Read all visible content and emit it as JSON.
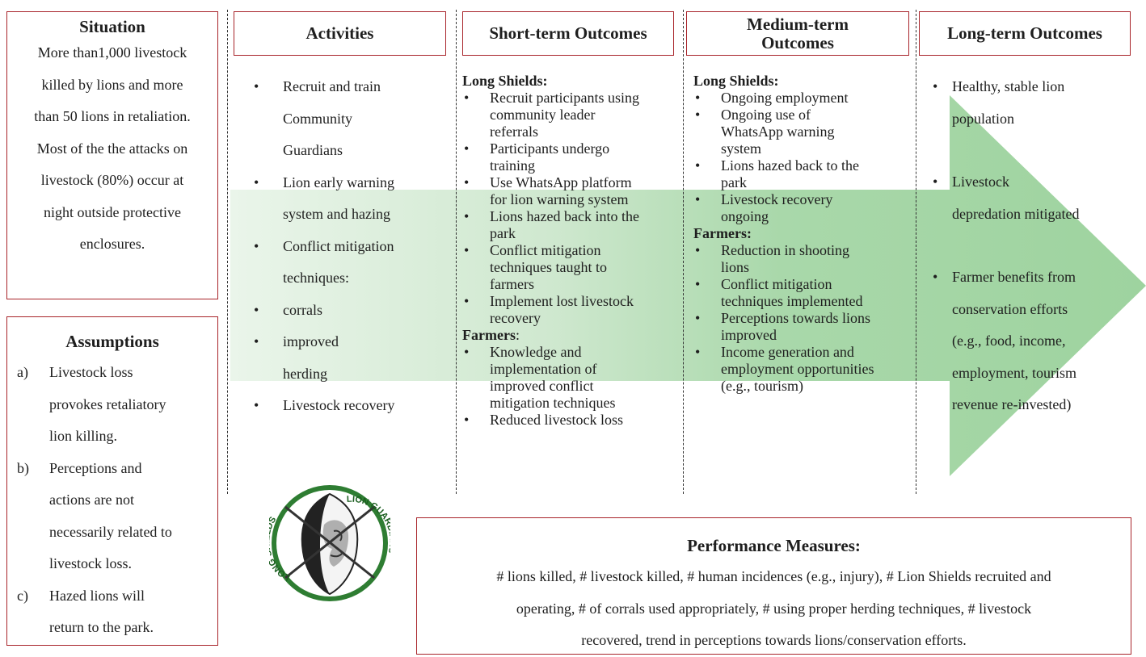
{
  "situation": {
    "title": "Situation",
    "lines": [
      "More than1,000 livestock",
      "killed by lions and more",
      "than 50 lions in retaliation.",
      "Most of the the attacks on",
      "livestock (80%) occur at",
      "night outside protective",
      "enclosures."
    ]
  },
  "assumptions": {
    "title": "Assumptions",
    "items": [
      {
        "letter": "a)",
        "lines": [
          "Livestock loss",
          "provokes retaliatory",
          "lion killing."
        ]
      },
      {
        "letter": "b)",
        "lines": [
          "Perceptions and",
          "actions are not",
          "necessarily related to",
          "livestock loss."
        ]
      },
      {
        "letter": "c)",
        "lines": [
          "Hazed lions will",
          "return to the park."
        ]
      }
    ]
  },
  "headers": {
    "activities": "Activities",
    "short_term": "Short-term Outcomes",
    "medium_term": "Medium-term Outcomes",
    "long_term": "Long-term Outcomes"
  },
  "activities": {
    "bullet": "•",
    "items": [
      {
        "lines": [
          "Recruit and train",
          "Community",
          "Guardians"
        ]
      },
      {
        "lines": [
          "Lion early warning",
          "system and hazing"
        ]
      },
      {
        "lines": [
          "Conflict mitigation",
          "techniques:"
        ]
      }
    ],
    "subitems": [
      {
        "lines": [
          "corrals"
        ]
      },
      {
        "lines": [
          "improved",
          "herding"
        ]
      }
    ],
    "last": {
      "lines": [
        "Livestock recovery"
      ]
    }
  },
  "short_term": {
    "sections": [
      {
        "heading": "Long Shields:",
        "items": [
          [
            "Recruit participants using",
            "community leader",
            "referrals"
          ],
          [
            "Participants undergo",
            "training"
          ],
          [
            "Use WhatsApp platform",
            "for lion warning system"
          ],
          [
            "Lions hazed back into the",
            "park"
          ],
          [
            "Conflict mitigation",
            "techniques taught to",
            "farmers"
          ],
          [
            "Implement lost livestock",
            "recovery"
          ]
        ]
      },
      {
        "heading": "Farmers",
        "suffix": ":",
        "items": [
          [
            "Knowledge and",
            "implementation of",
            "improved conflict",
            "mitigation techniques"
          ],
          [
            "Reduced livestock loss"
          ]
        ]
      }
    ]
  },
  "medium_term": {
    "sections": [
      {
        "heading": "Long Shields:",
        "items": [
          [
            "Ongoing employment"
          ],
          [
            "Ongoing use of",
            "WhatsApp warning",
            "system"
          ],
          [
            "Lions hazed back to the",
            "park"
          ],
          [
            "Livestock recovery",
            "ongoing"
          ]
        ]
      },
      {
        "heading": "Farmers:",
        "items": [
          [
            "Reduction in shooting",
            "lions"
          ],
          [
            "Conflict mitigation",
            "techniques implemented"
          ],
          [
            "Perceptions towards lions",
            "improved"
          ],
          [
            "Income generation and",
            "employment opportunities",
            "(e.g., tourism)"
          ]
        ]
      }
    ]
  },
  "long_term": {
    "items": [
      {
        "lines": [
          "Healthy, stable lion",
          "population"
        ]
      },
      {
        "lines": [
          "Livestock",
          "depredation mitigated"
        ]
      },
      {
        "lines": [
          "Farmer benefits from",
          "conservation efforts",
          "(e.g., food, income,",
          "employment, tourism",
          "revenue re-invested)"
        ]
      }
    ]
  },
  "logo": {
    "left_text": "LONG SHIELDS",
    "right_text": "LION GUARDIANS"
  },
  "performance": {
    "title": "Performance Measures:",
    "lines": [
      "# lions killed, # livestock killed, # human incidences (e.g., injury), # Lion Shields recruited and",
      "operating, # of corrals used appropriately, # using proper herding techniques, # livestock",
      "recovered, trend in perceptions towards lions/conservation efforts."
    ]
  },
  "colors": {
    "border": "#a8242a",
    "arrow": "#8cc98f",
    "logo_green": "#2e7d32"
  }
}
